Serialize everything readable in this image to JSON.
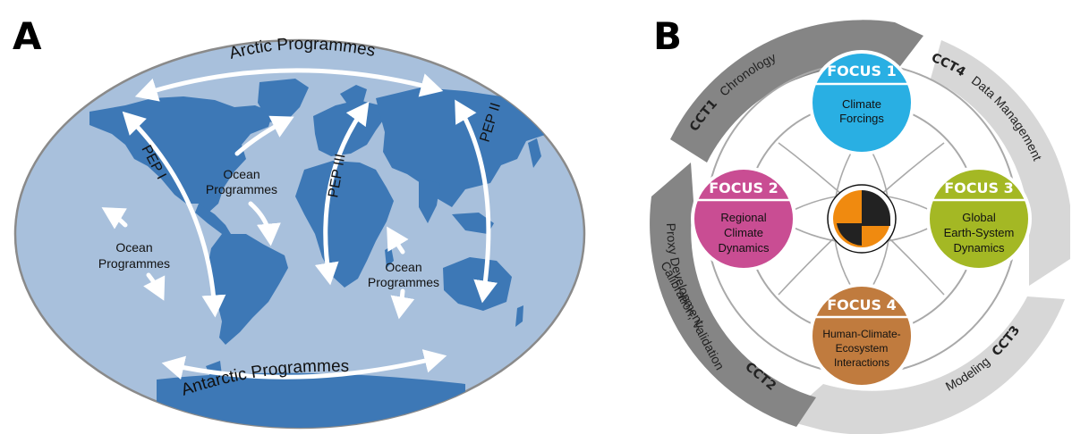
{
  "panel_a": {
    "label": "A",
    "arctic": "Arctic Programmes",
    "antarctic": "Antarctic Programmes",
    "pep1": "PEP I",
    "pep2": "PEP II",
    "pep3": "PEP III",
    "ocean_line1": "Ocean",
    "ocean_line2": "Programmes",
    "colors": {
      "ocean": "#a8c0dc",
      "land": "#3d78b6",
      "arrow": "#ffffff"
    }
  },
  "panel_b": {
    "label": "B",
    "center_icon": "pages-logo-icon",
    "focus1": {
      "title": "FOCUS 1",
      "line1": "Climate",
      "line2": "Forcings",
      "line3": "",
      "color": "#29afe3"
    },
    "focus2": {
      "title": "FOCUS 2",
      "line1": "Regional",
      "line2": "Climate",
      "line3": "Dynamics",
      "color": "#c94d93"
    },
    "focus3": {
      "title": "FOCUS 3",
      "line1": "Global",
      "line2": "Earth-System",
      "line3": "Dynamics",
      "color": "#a4b824"
    },
    "focus4": {
      "title": "FOCUS 4",
      "line1": "Human-Climate-",
      "line2": "Ecosystem",
      "line3": "Interactions",
      "color": "#c07b3e"
    },
    "cct1": {
      "code": "CCT1",
      "name": "Chronology"
    },
    "cct2": {
      "code": "CCT2",
      "name_line1": "Proxy Development,",
      "name_line2": "Calibration, Validation"
    },
    "cct3": {
      "code": "CCT3",
      "name": "Modeling"
    },
    "cct4": {
      "code": "CCT4",
      "name": "Data Management"
    },
    "colors": {
      "dark_arrow": "#858585",
      "light_arrow": "#d7d7d7",
      "ring": "#a9a9a9",
      "logo_orange": "#f08a0f"
    }
  }
}
